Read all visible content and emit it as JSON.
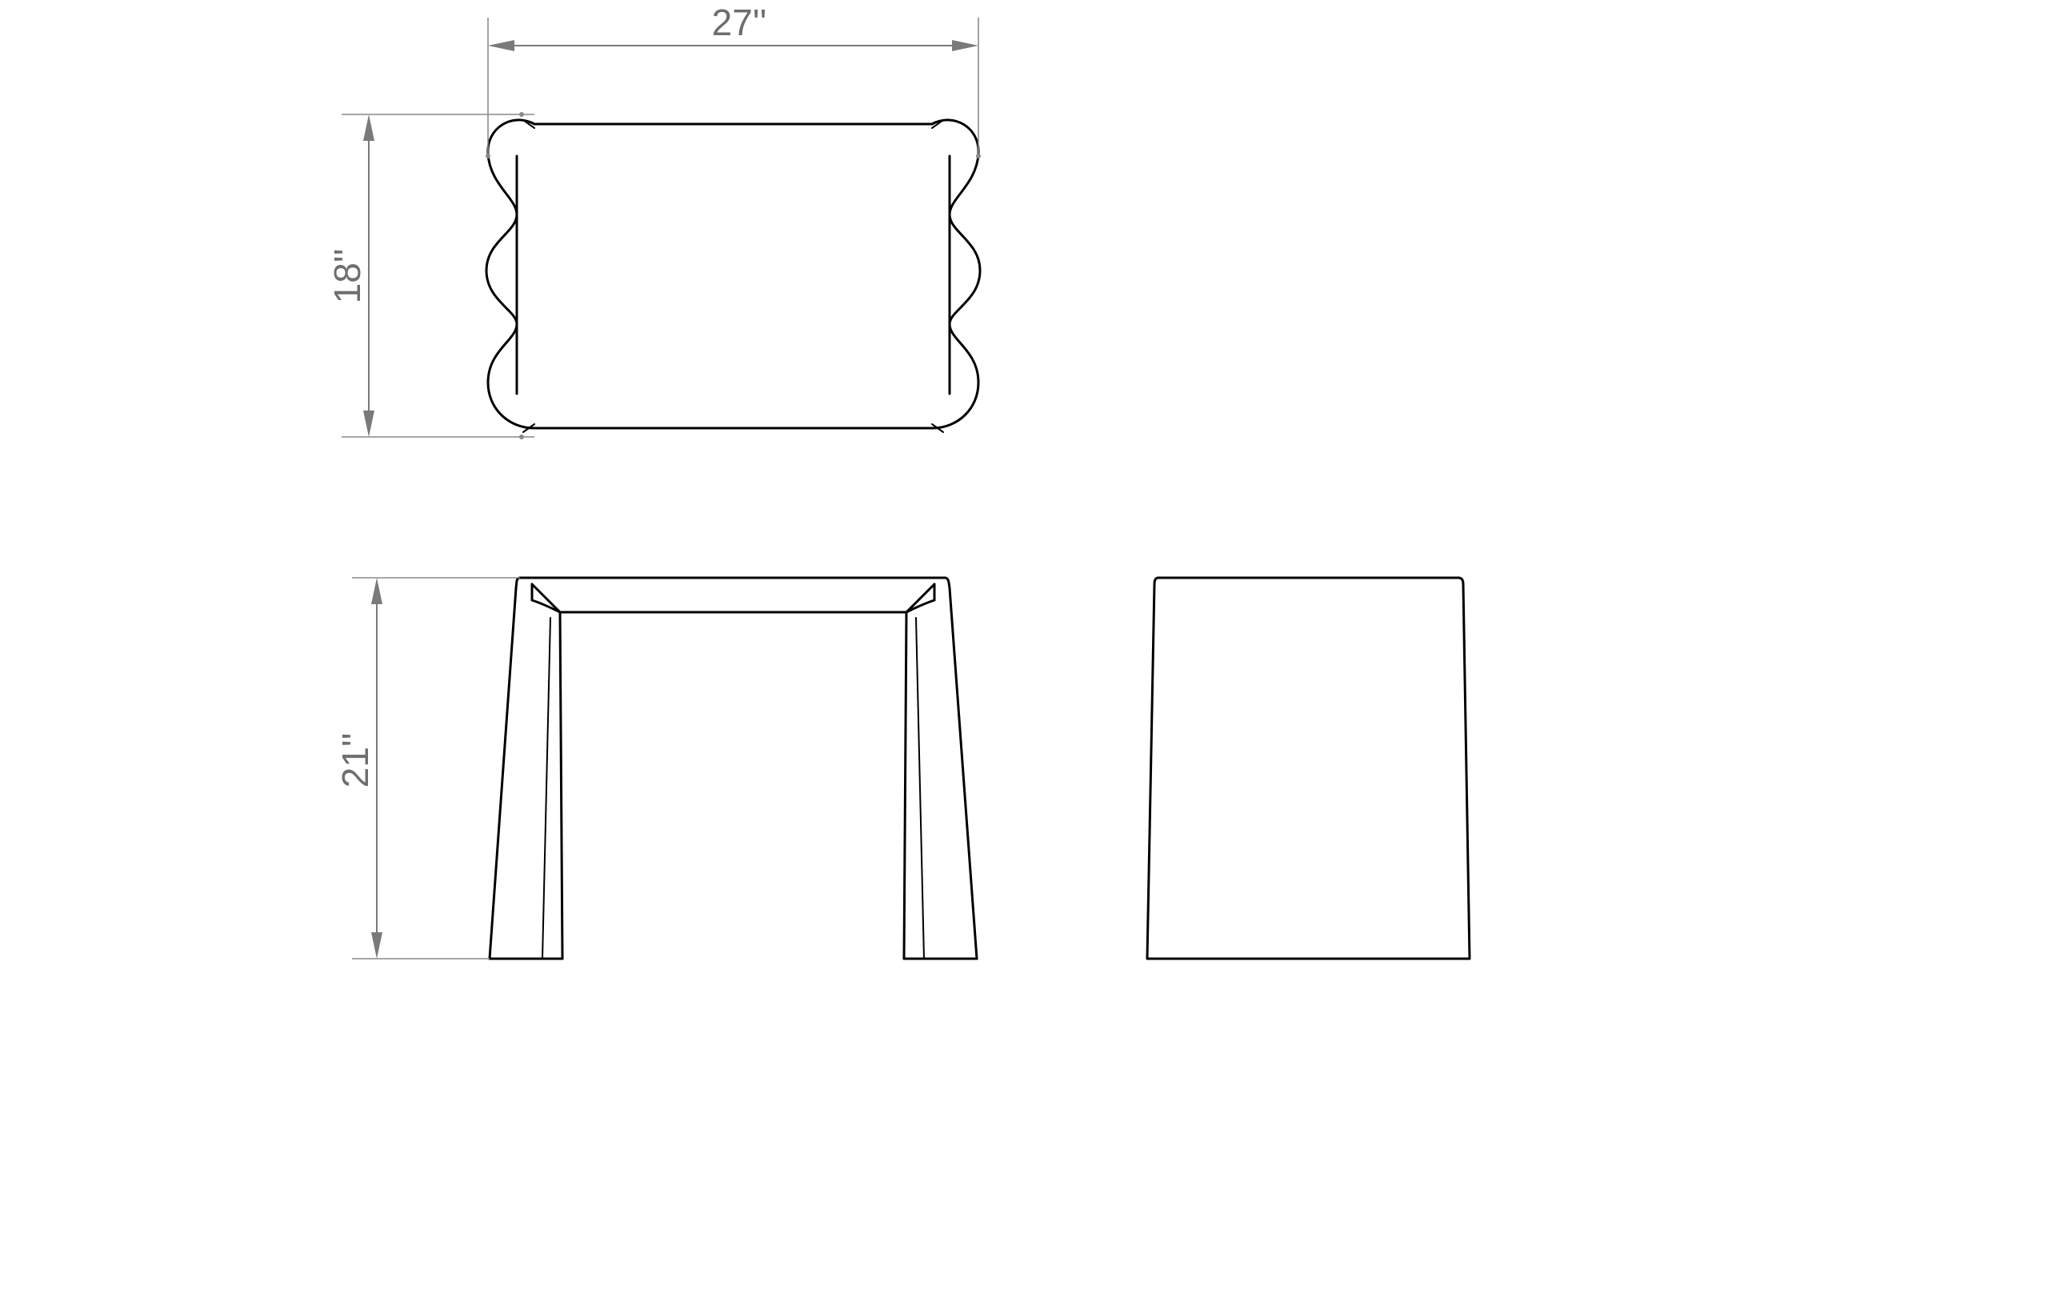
{
  "drawing": {
    "top_view": {
      "width_dimension": "27''",
      "depth_dimension": "18''"
    },
    "front_view": {
      "height_dimension": "21''"
    },
    "side_view": {}
  }
}
